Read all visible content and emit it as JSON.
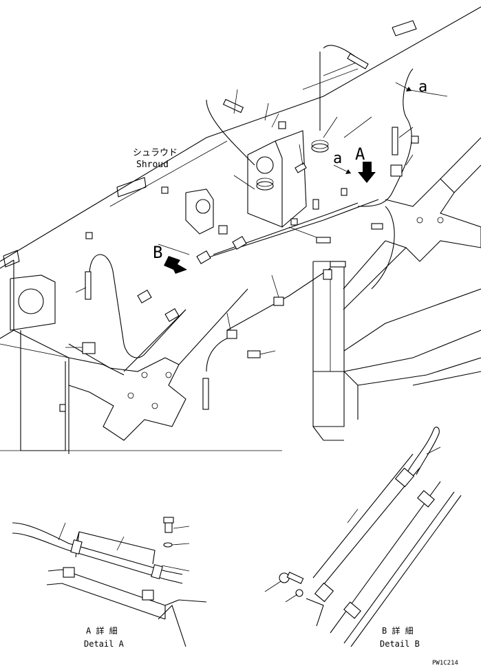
{
  "labels": {
    "shroud_jp": "シュラウド",
    "shroud_en": "Shroud",
    "view_a": "A",
    "view_b": "B",
    "ref_a": "a",
    "detail_a_jp": "A 詳 細",
    "detail_a_en": "Detail A",
    "detail_b_jp": "B 詳 細",
    "detail_b_en": "Detail B",
    "drawing_code": "PW1C214"
  }
}
